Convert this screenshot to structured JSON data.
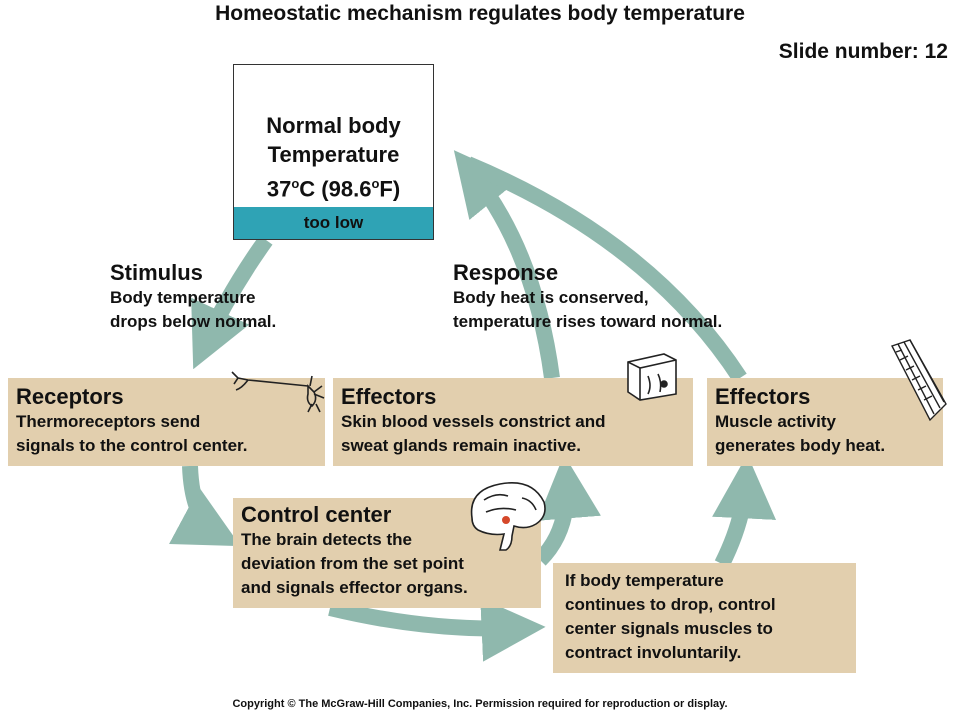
{
  "title": "Homeostatic mechanism regulates body temperature",
  "slide_number": "Slide number: 12",
  "normal": {
    "line1": "Normal body",
    "line2": "Temperature",
    "line3_temp": "37",
    "line3_unit1": "o",
    "line3_mid": "C (98.6",
    "line3_unit2": "o",
    "line3_end": "F)",
    "status": "too low"
  },
  "stimulus": {
    "heading": "Stimulus",
    "line1": "Body temperature",
    "line2": "drops below normal."
  },
  "response": {
    "heading": "Response",
    "line1": "Body heat is conserved,",
    "line2": "temperature rises toward normal."
  },
  "receptors": {
    "heading": "Receptors",
    "line1": "Thermoreceptors send",
    "line2": "signals to the control center."
  },
  "effectors_skin": {
    "heading": "Effectors",
    "line1": "Skin blood vessels constrict and",
    "line2": "sweat glands remain inactive."
  },
  "effectors_muscle": {
    "heading": "Effectors",
    "line1": "Muscle activity",
    "line2": "generates body heat."
  },
  "control_center": {
    "heading": "Control center",
    "line1": "The brain detects the",
    "line2": "deviation from the set point",
    "line3": "and signals effector organs."
  },
  "continues": {
    "line1": "If body temperature",
    "line2": "continues to drop, control",
    "line3": "center signals muscles to",
    "line4": "contract involuntarily."
  },
  "copyright": "Copyright © The McGraw-Hill Companies, Inc. Permission required for reproduction or display.",
  "colors": {
    "arrow": "#8fb8ad",
    "box_fill": "#e2cfae",
    "status_bar": "#2fa3b5"
  },
  "icons": [
    "neuron-icon",
    "skin-section-icon",
    "brain-icon",
    "muscle-fibers-icon"
  ]
}
